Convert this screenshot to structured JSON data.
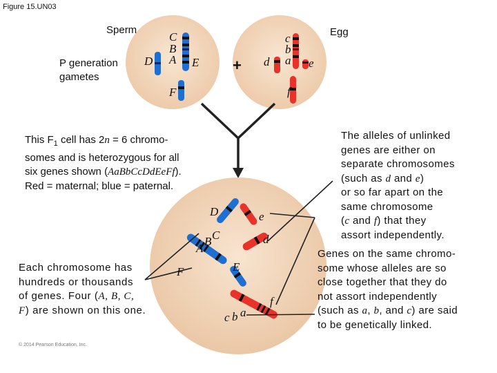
{
  "figure_label": "Figure 15.UN03",
  "sperm_label": "Sperm",
  "egg_label": "Egg",
  "p_gen_label": [
    "P generation",
    "gametes"
  ],
  "sperm_genes": {
    "C": "C",
    "B": "B",
    "A": "A",
    "D": "D",
    "E": "E",
    "F": "F"
  },
  "egg_genes": {
    "c": "c",
    "b": "b",
    "a": "a",
    "d": "d",
    "e": "e",
    "f": "f"
  },
  "plus": "+",
  "f1_caption": [
    [
      "This F",
      "1",
      " cell has 2",
      "n",
      " = 6 chromo-"
    ],
    "somes and is heterozygous for all",
    [
      "six genes shown (",
      "AaBbCcDdEeFf",
      ")."
    ],
    "Red = maternal; blue = paternal."
  ],
  "f1_genes": {
    "D": "D",
    "e": "e",
    "C": "C",
    "B": "B",
    "A": "A",
    "d": "d",
    "E": "E",
    "F": "F",
    "f": "f",
    "c": "c",
    "b": "b",
    "a": "a"
  },
  "chromosome_caption": [
    "Each chromosome has",
    "hundreds or thousands",
    [
      "of genes. Four  (",
      "A, B, C,",
      ""
    ],
    [
      "",
      "F",
      ") are shown on this one."
    ]
  ],
  "unlinked_caption": [
    "The alleles of unlinked",
    "genes are either on",
    "separate chromosomes",
    [
      "(such as ",
      "d",
      " and ",
      "e",
      ")"
    ],
    "or so far apart on the",
    "same chromosome",
    [
      "(",
      "c",
      " and ",
      "f",
      ") that they"
    ],
    "assort independently."
  ],
  "linked_caption": [
    "Genes on the same chromo-",
    "some whose alleles are so",
    "close together that they do",
    "not assort independently",
    [
      "(such as ",
      "a",
      ", ",
      "b",
      ", and ",
      "c",
      ") are said"
    ],
    "to be genetically linked."
  ],
  "copyright": "© 2014 Pearson Education, Inc.",
  "colors": {
    "cell": "#f4dcc4",
    "maternal": "#e8332a",
    "paternal": "#1f6fd1",
    "arrow": "#222222"
  }
}
